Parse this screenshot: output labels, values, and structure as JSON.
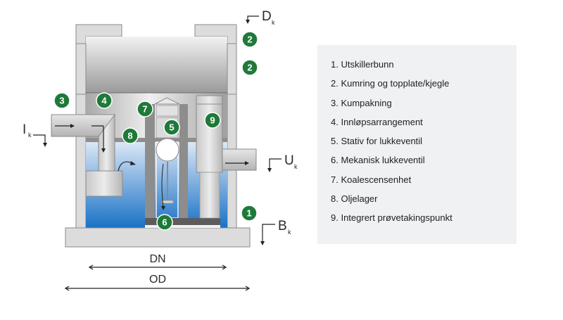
{
  "diagram": {
    "badge_color": "#1f7a3a",
    "water_top_color": "#d9e6f5",
    "water_bottom_color": "#1a73c8",
    "concrete_color": "#dcdcdc",
    "badges": [
      {
        "id": "2a",
        "text": "2"
      },
      {
        "id": "2b",
        "text": "2"
      },
      {
        "id": "3",
        "text": "3"
      },
      {
        "id": "4",
        "text": "4"
      },
      {
        "id": "7",
        "text": "7"
      },
      {
        "id": "5",
        "text": "5"
      },
      {
        "id": "9",
        "text": "9"
      },
      {
        "id": "8",
        "text": "8"
      },
      {
        "id": "6",
        "text": "6"
      },
      {
        "id": "1",
        "text": "1"
      }
    ],
    "level_labels": {
      "inlet": {
        "main": "I",
        "sub": "k"
      },
      "outlet": {
        "main": "U",
        "sub": "k"
      },
      "top": {
        "main": "D",
        "sub": "k"
      },
      "bottom": {
        "main": "B",
        "sub": "k"
      }
    },
    "dimensions": {
      "inner": "DN",
      "outer": "OD"
    }
  },
  "legend": {
    "items": [
      "1. Utskillerbunn",
      "2. Kumring og topplate/kjegle",
      "3. Kumpakning",
      "4. Innløpsarrangement",
      "5. Stativ for lukkeventil",
      "6. Mekanisk lukkeventil",
      "7. Koalescensenhet",
      "8. Oljelager",
      "9. Integrert prøvetakingspunkt"
    ]
  }
}
